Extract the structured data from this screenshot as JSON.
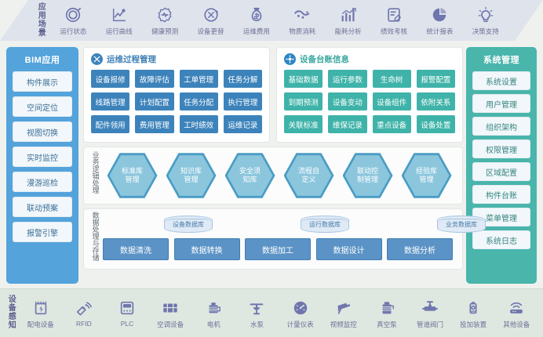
{
  "banner": {
    "label": "应用场景",
    "items": [
      {
        "label": "运行状态",
        "icon": "ring-gauge-icon"
      },
      {
        "label": "运行曲线",
        "icon": "line-chart-icon"
      },
      {
        "label": "健康预测",
        "icon": "gear-heartbeat-icon"
      },
      {
        "label": "设备更替",
        "icon": "refresh-cycle-icon"
      },
      {
        "label": "运维费用",
        "icon": "money-bag-icon"
      },
      {
        "label": "物质消耗",
        "icon": "flow-consumption-icon"
      },
      {
        "label": "能耗分析",
        "icon": "bar-chart-trend-icon"
      },
      {
        "label": "绩效考核",
        "icon": "clipboard-edit-icon"
      },
      {
        "label": "统计报表",
        "icon": "pie-chart-icon"
      },
      {
        "label": "决策支持",
        "icon": "lightbulb-icon"
      }
    ]
  },
  "bim_panel": {
    "title": "BIM应用",
    "color": "#54a3db",
    "items": [
      {
        "label": "构件展示"
      },
      {
        "label": "空间定位"
      },
      {
        "label": "视图切换"
      },
      {
        "label": "实时监控"
      },
      {
        "label": "漫游巡检"
      },
      {
        "label": "联动预案"
      },
      {
        "label": "报警引擎"
      }
    ]
  },
  "system_panel": {
    "title": "系统管理",
    "color": "#49b5ab",
    "items": [
      {
        "label": "系统设置"
      },
      {
        "label": "用户管理"
      },
      {
        "label": "组织架构"
      },
      {
        "label": "权限管理"
      },
      {
        "label": "区域配置"
      },
      {
        "label": "构件台账"
      },
      {
        "label": "菜单管理"
      },
      {
        "label": "系统日志"
      }
    ]
  },
  "ops_panel": {
    "title": "运维过程管理",
    "icon": "tools-circle-icon",
    "accent": "#3f7fb5",
    "chips": [
      "设备报修",
      "故障评估",
      "工单管理",
      "任务分解",
      "线路管理",
      "计划配置",
      "任务分配",
      "执行管理",
      "配件领用",
      "费用管理",
      "工时绩效",
      "运维记录"
    ]
  },
  "ledger_panel": {
    "title": "设备台账信息",
    "icon": "gear-circle-icon",
    "accent": "#3aa79e",
    "chips": [
      "基础数据",
      "运行参数",
      "生命树",
      "报警配置",
      "到期预测",
      "设备变动",
      "设备组件",
      "依附关系",
      "关联标准",
      "维保记录",
      "重点设备",
      "设备处置"
    ]
  },
  "logic_band": {
    "label": "业务逻辑处理",
    "hexagons": [
      {
        "line1": "标准库",
        "line2": "管理"
      },
      {
        "line1": "知识库",
        "line2": "管理"
      },
      {
        "line1": "安全须",
        "line2": "知库"
      },
      {
        "line1": "流程自",
        "line2": "定义"
      },
      {
        "line1": "联动控",
        "line2": "制管理"
      },
      {
        "line1": "经验库",
        "line2": "管理"
      }
    ]
  },
  "data_band": {
    "label": "数据处理与存储",
    "databases": [
      {
        "label": "设备数据库"
      },
      {
        "label": "运行数据库"
      },
      {
        "label": "业务数据库"
      }
    ],
    "processes": [
      {
        "label": "数据清洗"
      },
      {
        "label": "数据转换"
      },
      {
        "label": "数据加工"
      },
      {
        "label": "数据设计"
      },
      {
        "label": "数据分析"
      }
    ]
  },
  "bottom_bar": {
    "label": "设备感知",
    "items": [
      {
        "label": "配电设备",
        "icon": "power-cabinet-icon"
      },
      {
        "label": "RFID",
        "icon": "rfid-tag-icon"
      },
      {
        "label": "PLC",
        "icon": "plc-module-icon"
      },
      {
        "label": "空调设备",
        "icon": "air-conditioner-icon"
      },
      {
        "label": "电机",
        "icon": "motor-icon"
      },
      {
        "label": "水泵",
        "icon": "water-pump-icon"
      },
      {
        "label": "计量仪表",
        "icon": "meter-gauge-icon"
      },
      {
        "label": "视频监控",
        "icon": "cctv-camera-icon"
      },
      {
        "label": "真空泵",
        "icon": "vacuum-pump-icon"
      },
      {
        "label": "管道阀门",
        "icon": "pipe-valve-icon"
      },
      {
        "label": "投加装置",
        "icon": "dosing-device-icon"
      },
      {
        "label": "其他设备",
        "icon": "router-other-icon"
      }
    ]
  }
}
